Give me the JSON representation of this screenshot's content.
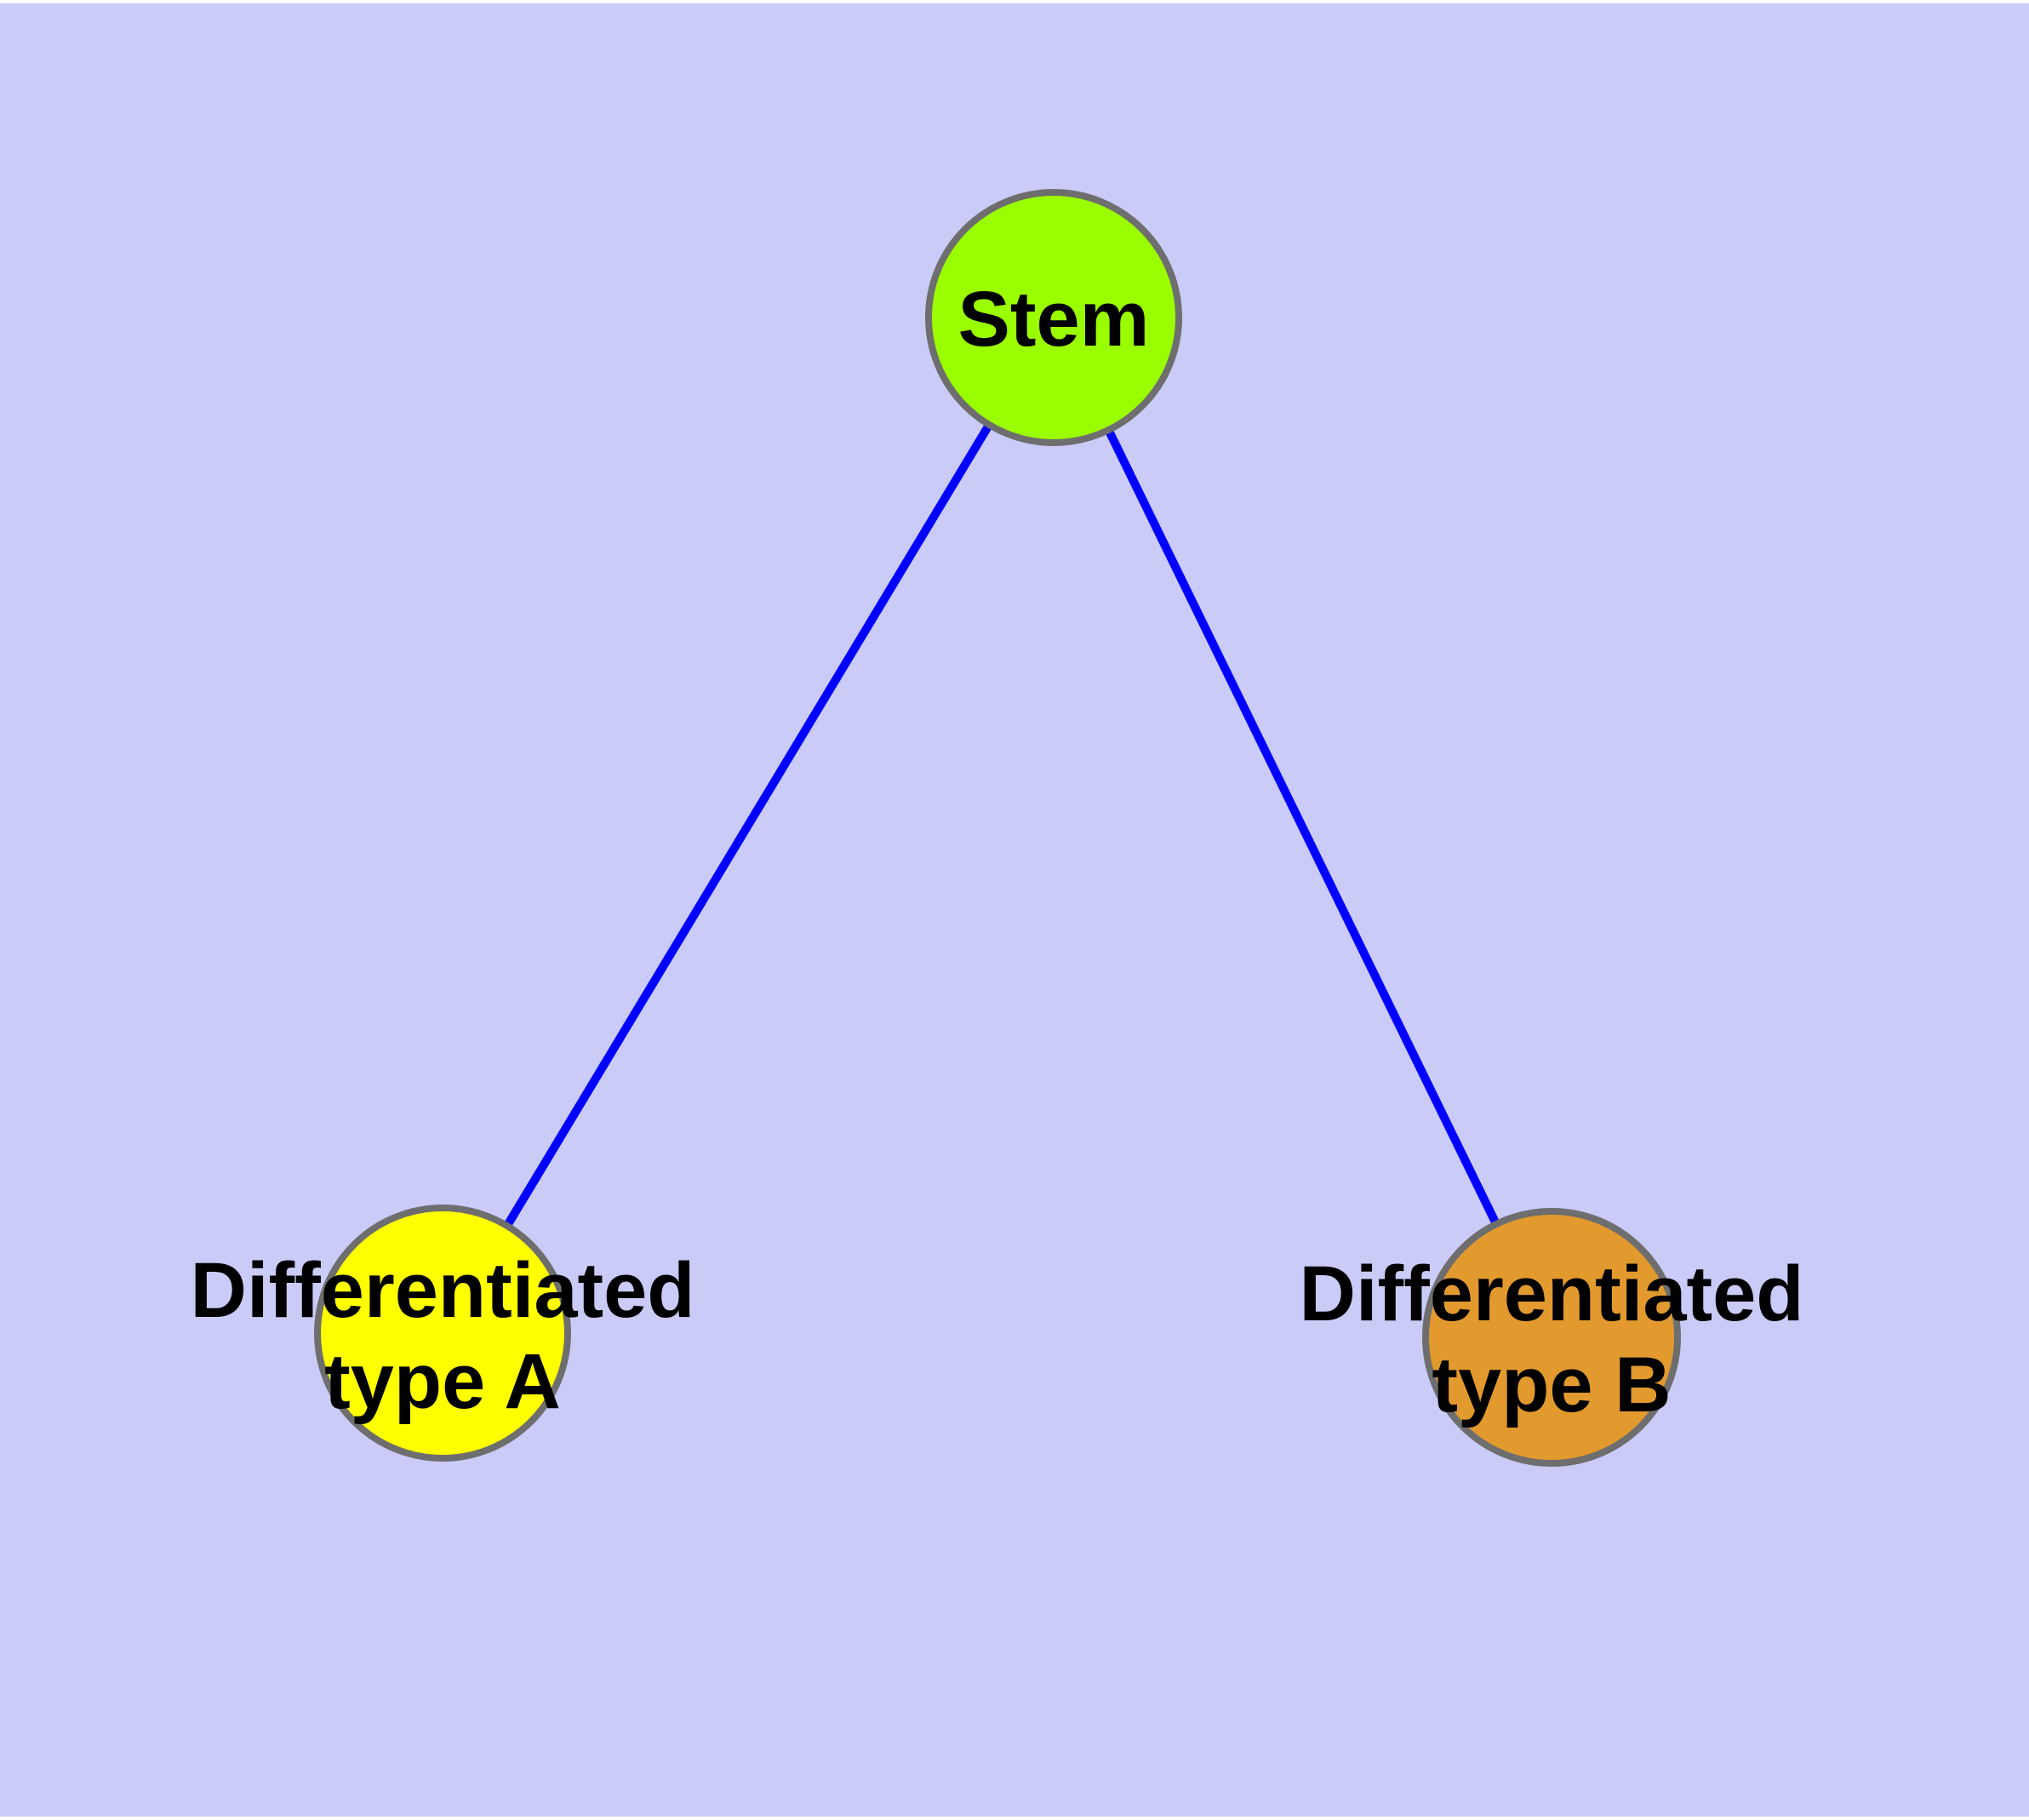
{
  "diagram": {
    "type": "graph",
    "background_color": "#cbcbf8",
    "page_margin_color": "#ffffff",
    "edge_color": "#0000fe",
    "node_border_color": "#6e6e6e",
    "label_color": "#000000",
    "nodes": [
      {
        "id": "stem",
        "label": "Stem",
        "fill": "#9afe00"
      },
      {
        "id": "differentiated-type-a",
        "label_line1": "Differentiated",
        "label_line2": "type A",
        "fill": "#ffff00"
      },
      {
        "id": "differentiated-type-b",
        "label_line1": "Differentiated",
        "label_line2": "type B",
        "fill": "#e29a2e"
      }
    ],
    "edges": [
      {
        "from": "Stem",
        "to": "Differentiated type A"
      },
      {
        "from": "Stem",
        "to": "Differentiated type B"
      }
    ]
  }
}
